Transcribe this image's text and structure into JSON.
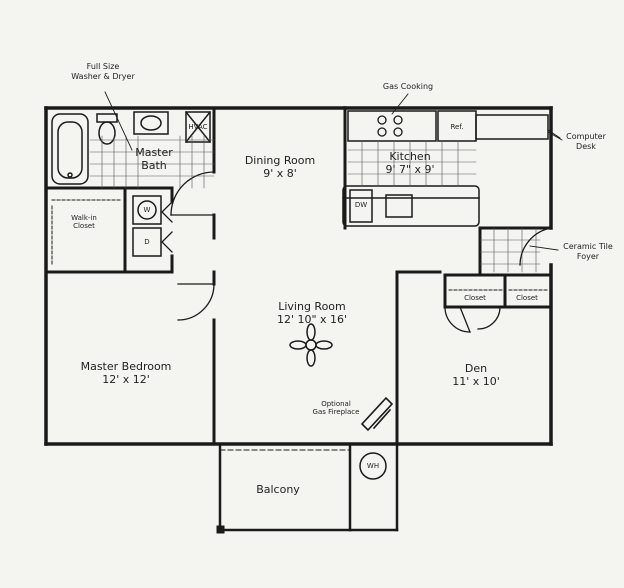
{
  "rooms": {
    "dining": {
      "name": "Dining Room",
      "dim": "9' x 8'"
    },
    "kitchen": {
      "name": "Kitchen",
      "dim": "9' 7\" x 9'"
    },
    "master_bath": {
      "name": "Master",
      "name2": "Bath"
    },
    "living": {
      "name": "Living Room",
      "dim": "12' 10\" x 16'"
    },
    "master_bedroom": {
      "name": "Master Bedroom",
      "dim": "12' x 12'"
    },
    "den": {
      "name": "Den",
      "dim": "11' x 10'"
    },
    "balcony": {
      "name": "Balcony"
    },
    "walkin_closet": {
      "line1": "Walk-in",
      "line2": "Closet"
    },
    "closet_a": {
      "name": "Closet"
    },
    "closet_b": {
      "name": "Closet"
    }
  },
  "callouts": {
    "washer_dryer": {
      "line1": "Full Size",
      "line2": "Washer & Dryer"
    },
    "gas_cooking": "Gas Cooking",
    "computer_desk": {
      "line1": "Computer",
      "line2": "Desk"
    },
    "ceramic_foyer": {
      "line1": "Ceramic Tile",
      "line2": "Foyer"
    },
    "fireplace": {
      "line1": "Optional",
      "line2": "Gas Fireplace"
    }
  },
  "fixtures": {
    "hvac": "HVAC",
    "refrigerator": "Ref.",
    "dishwasher": "DW",
    "water_heater": "WH",
    "washer": "W",
    "dryer": "D"
  }
}
